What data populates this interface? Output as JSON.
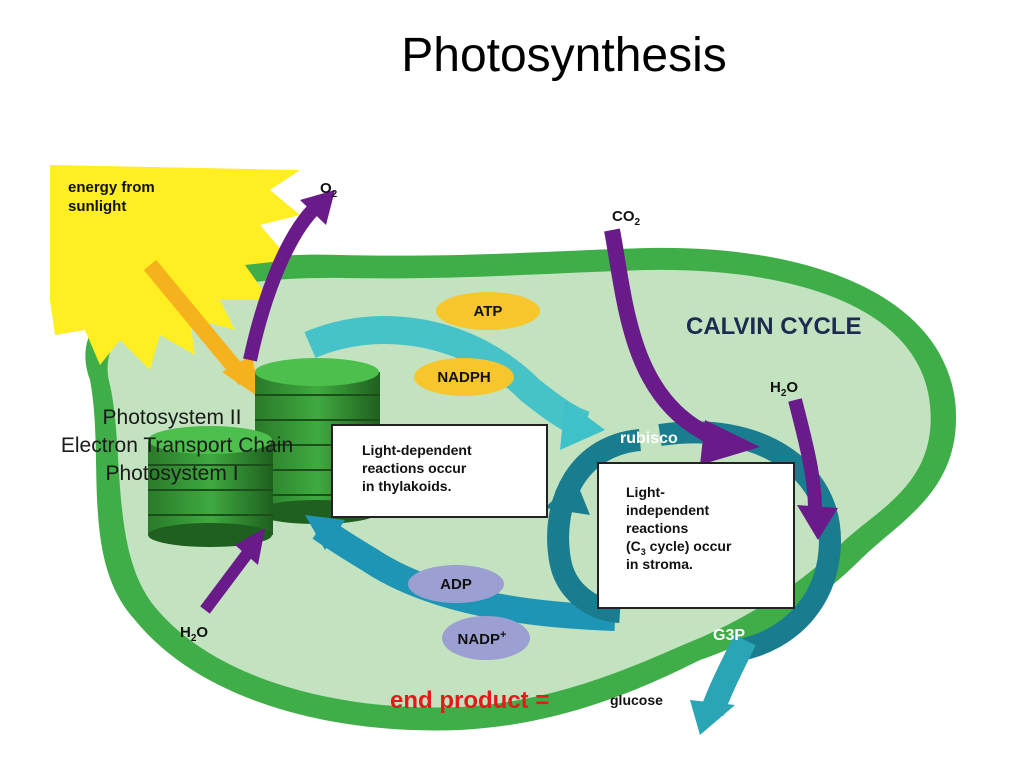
{
  "title": "Photosynthesis",
  "labels": {
    "sunlight_line1": "energy from",
    "sunlight_line2": "sunlight",
    "o2": "O",
    "o2_sub": "2",
    "co2": "CO",
    "co2_sub": "2",
    "calvin_cycle": "CALVIN CYCLE",
    "h2o_right": "H",
    "h2o_right_sub": "2",
    "h2o_right_tail": "O",
    "h2o_left": "H",
    "h2o_left_sub": "2",
    "h2o_left_tail": "O",
    "atp": "ATP",
    "nadph": "NADPH",
    "adp": "ADP",
    "nadp": "NADP",
    "nadp_sup": "+",
    "rubisco": "rubisco",
    "g3p": "G3P",
    "ps2": "Photosystem II",
    "etc": "Electron Transport Chain",
    "ps1": "Photosystem I",
    "box1_line1": "Light-dependent",
    "box1_line2": "reactions occur",
    "box1_line3": "in thylakoids.",
    "box2_line1": "Light-",
    "box2_line2": "independent",
    "box2_line3": "reactions",
    "box2_line4a": "(C",
    "box2_line4sub": "3",
    "box2_line4b": " cycle) occur",
    "box2_line5": "in stroma.",
    "end_product": "end product =",
    "glucose": "glucose"
  },
  "colors": {
    "chloroplast_outer": "#3fae49",
    "chloroplast_inner": "#c3e3c0",
    "sun": "#ffee22",
    "purple": "#6a1b8a",
    "teal": "#2aa5b5",
    "dark_teal": "#1a7d8f",
    "oval_yellow": "#f7c52c",
    "oval_lavender": "#9c9fd2",
    "end_product_red": "#e21a1a"
  }
}
